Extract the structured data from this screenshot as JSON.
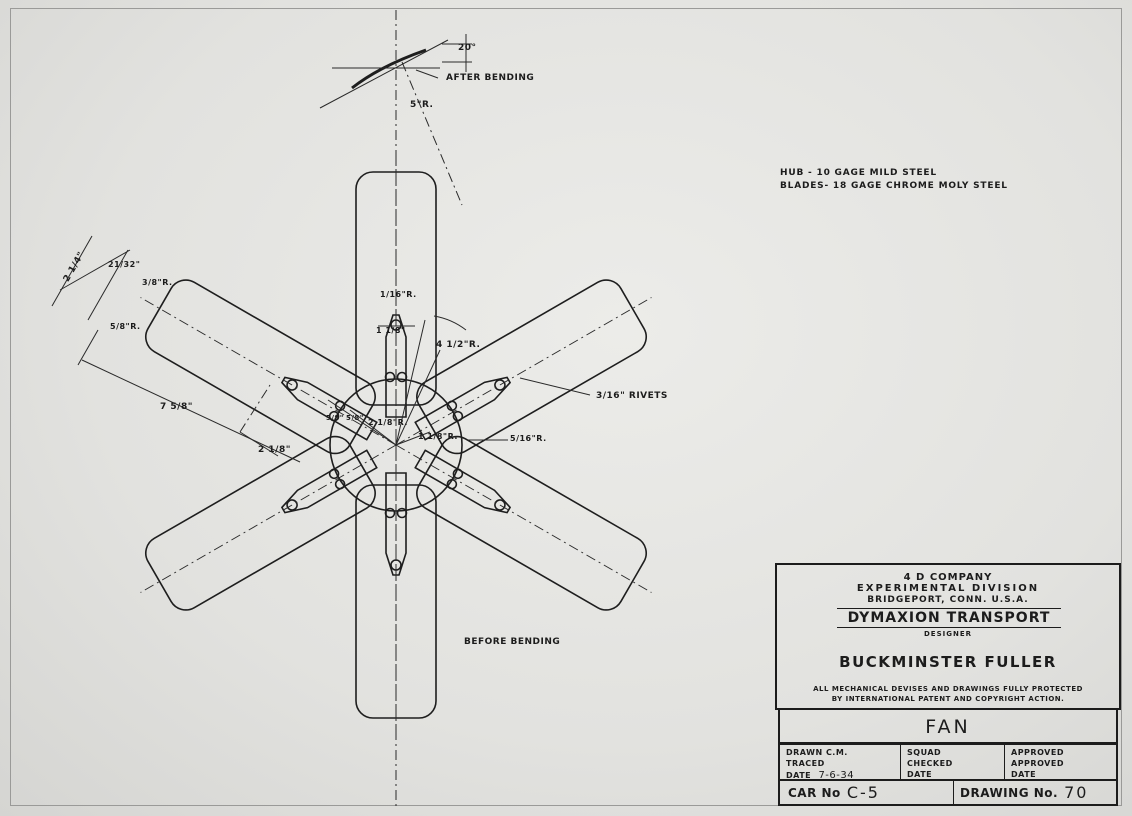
{
  "material_notes": {
    "hub": "HUB - 10 GAGE MILD STEEL",
    "blades": "BLADES- 18 GAGE CHROME MOLY STEEL"
  },
  "annotations": {
    "after_bending": "AFTER BENDING",
    "before_bending": "BEFORE BENDING",
    "bend_angle": "20°",
    "bend_radius": "5\"R.",
    "rivets": "3/16\" RIVETS",
    "dims": {
      "blade_width": "2 1/4\"",
      "blade_length": "7 5/8\"",
      "arm_span": "2 1/8\"",
      "hole_spacing": "1 1/8\"",
      "tip_radius": "5/8\"R.",
      "corner_radius": "3/8\"R.",
      "offset": "21/32\"",
      "hub_radius": "4 1/2\"R.",
      "inner_radius_1": "1 1/8\"R.",
      "inner_radius_2": "2 1/8\"R.",
      "fillet_radius": "5/16\"R.",
      "hole_radius": "1/16\"R.",
      "small_dim_a": "5/8\"",
      "small_dim_b": "5/8\""
    }
  },
  "title_block": {
    "company": "4 D COMPANY",
    "division": "EXPERIMENTAL DIVISION",
    "address": "BRIDGEPORT, CONN. U.S.A.",
    "product": "DYMAXION TRANSPORT",
    "designer_label": "DESIGNER",
    "designer": "BUCKMINSTER FULLER",
    "notice_line1": "ALL MECHANICAL DEVISES AND DRAWINGS FULLY PROTECTED",
    "notice_line2": "BY INTERNATIONAL PATENT AND COPYRIGHT ACTION.",
    "part_name": "FAN",
    "drawn_label": "DRAWN C.M.",
    "traced_label": "TRACED",
    "date_label": "DATE",
    "date_value": "7-6-34",
    "squad_label": "SQUAD",
    "checked_label": "CHECKED",
    "date2_label": "DATE",
    "approved1_label": "APPROVED",
    "approved2_label": "APPROVED",
    "date3_label": "DATE",
    "car_no_label": "CAR No",
    "car_no_value": "C-5",
    "drawing_no_label": "DRAWING No.",
    "drawing_no_value": "70"
  }
}
